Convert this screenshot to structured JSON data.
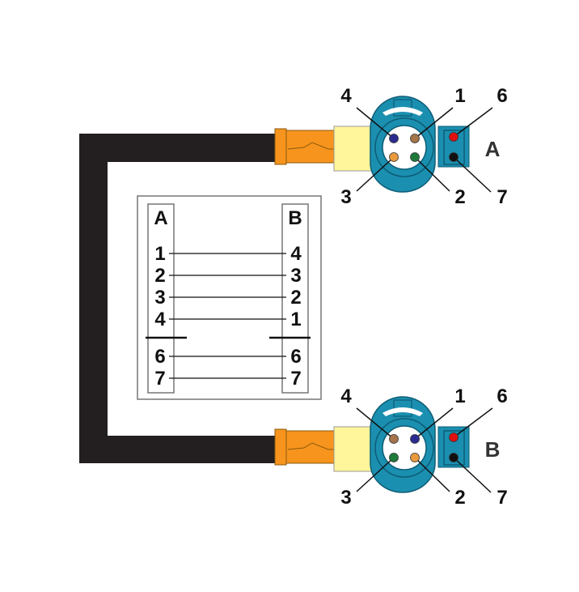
{
  "connector_a": {
    "label": "A",
    "pins": {
      "p1": "1",
      "p2": "2",
      "p3": "3",
      "p4": "4",
      "p6": "6",
      "p7": "7"
    },
    "pin_colors": {
      "p4": "#2b2b8f",
      "p1": "#a5744a",
      "p3": "#e89a3c",
      "p2": "#1f7a3a",
      "p6": "#e01010",
      "p7": "#111111"
    }
  },
  "connector_b": {
    "label": "B",
    "pins": {
      "p1": "1",
      "p2": "2",
      "p3": "3",
      "p4": "4",
      "p6": "6",
      "p7": "7"
    },
    "pin_colors": {
      "p4": "#a5744a",
      "p1": "#2b2b8f",
      "p3": "#1f7a3a",
      "p2": "#e89a3c",
      "p6": "#e01010",
      "p7": "#111111"
    }
  },
  "wiring_table": {
    "left_header": "A",
    "right_header": "B",
    "rows": [
      {
        "a": "1",
        "b": "4"
      },
      {
        "a": "2",
        "b": "3"
      },
      {
        "a": "3",
        "b": "2"
      },
      {
        "a": "4",
        "b": "1"
      },
      {
        "a": "6",
        "b": "6"
      },
      {
        "a": "7",
        "b": "7"
      }
    ]
  },
  "colors": {
    "cable": "#231f20",
    "overmold": "#f7941d",
    "boot": "#fff59a",
    "housing": "#1b8fb0"
  }
}
